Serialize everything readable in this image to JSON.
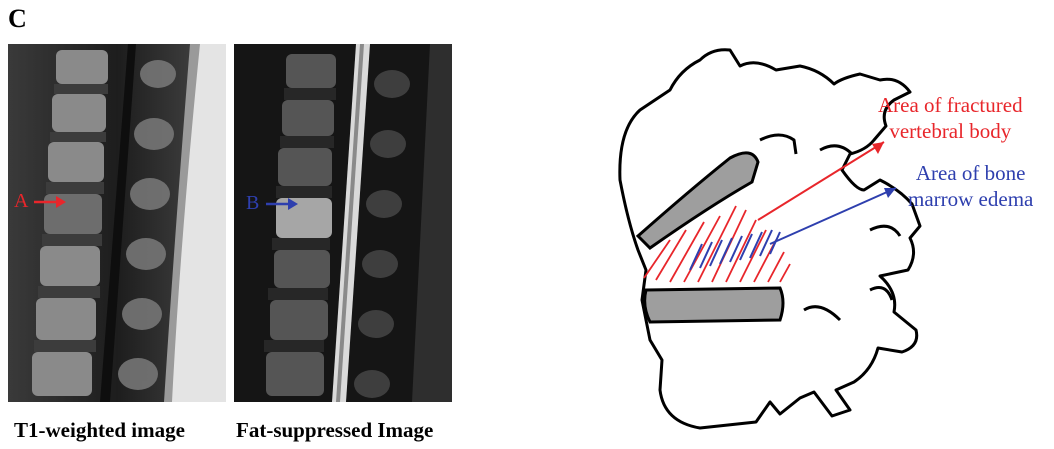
{
  "panel_label": "C",
  "mri_panels": [
    {
      "caption": "T1-weighted image",
      "marker": "A",
      "marker_color": "#e8262b"
    },
    {
      "caption": "Fat-suppressed Image",
      "marker": "B",
      "marker_color": "#2e3fae"
    }
  ],
  "diagram": {
    "annotations": [
      {
        "lines": [
          "Area of fractured",
          "vertebral body"
        ],
        "color": "#e8262b"
      },
      {
        "lines": [
          "Area of bone",
          "marrow edema"
        ],
        "color": "#2e3fae"
      }
    ]
  }
}
